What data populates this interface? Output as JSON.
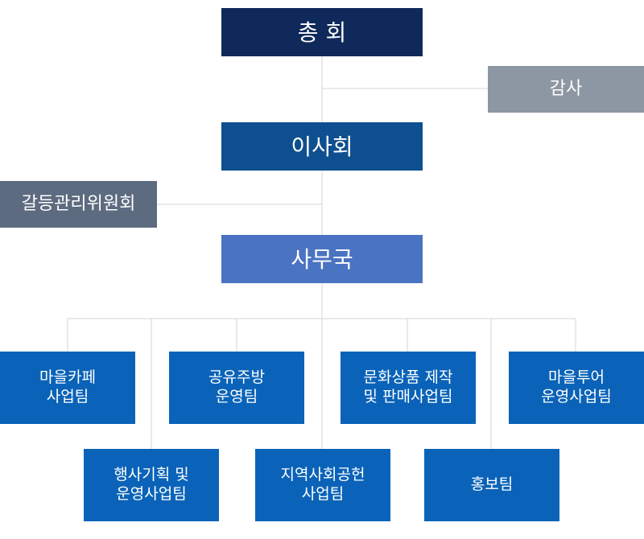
{
  "org_chart": {
    "general_assembly": "총 회",
    "auditor": "감사",
    "board": "이사회",
    "conflict_committee": "갈등관리위원회",
    "secretariat": "사무국",
    "teams": [
      {
        "line1": "마을카페",
        "line2": "사업팀"
      },
      {
        "line1": "공유주방",
        "line2": "운영팀"
      },
      {
        "line1": "문화상품 제작",
        "line2": "및 판매사업팀"
      },
      {
        "line1": "마을투어",
        "line2": "운영사업팀"
      },
      {
        "line1": "행사기획 및",
        "line2": "운영사업팀"
      },
      {
        "line1": "지역사회공헌",
        "line2": "사업팀"
      },
      {
        "line1": "홍보팀",
        "line2": ""
      }
    ]
  },
  "colors": {
    "general_assembly": "#0f2a5a",
    "auditor": "#8d97a3",
    "board": "#0e4f8f",
    "conflict_committee": "#5d6b80",
    "secretariat": "#4a73c2",
    "team": "#0a63b8",
    "line": "#d4d4d4"
  }
}
